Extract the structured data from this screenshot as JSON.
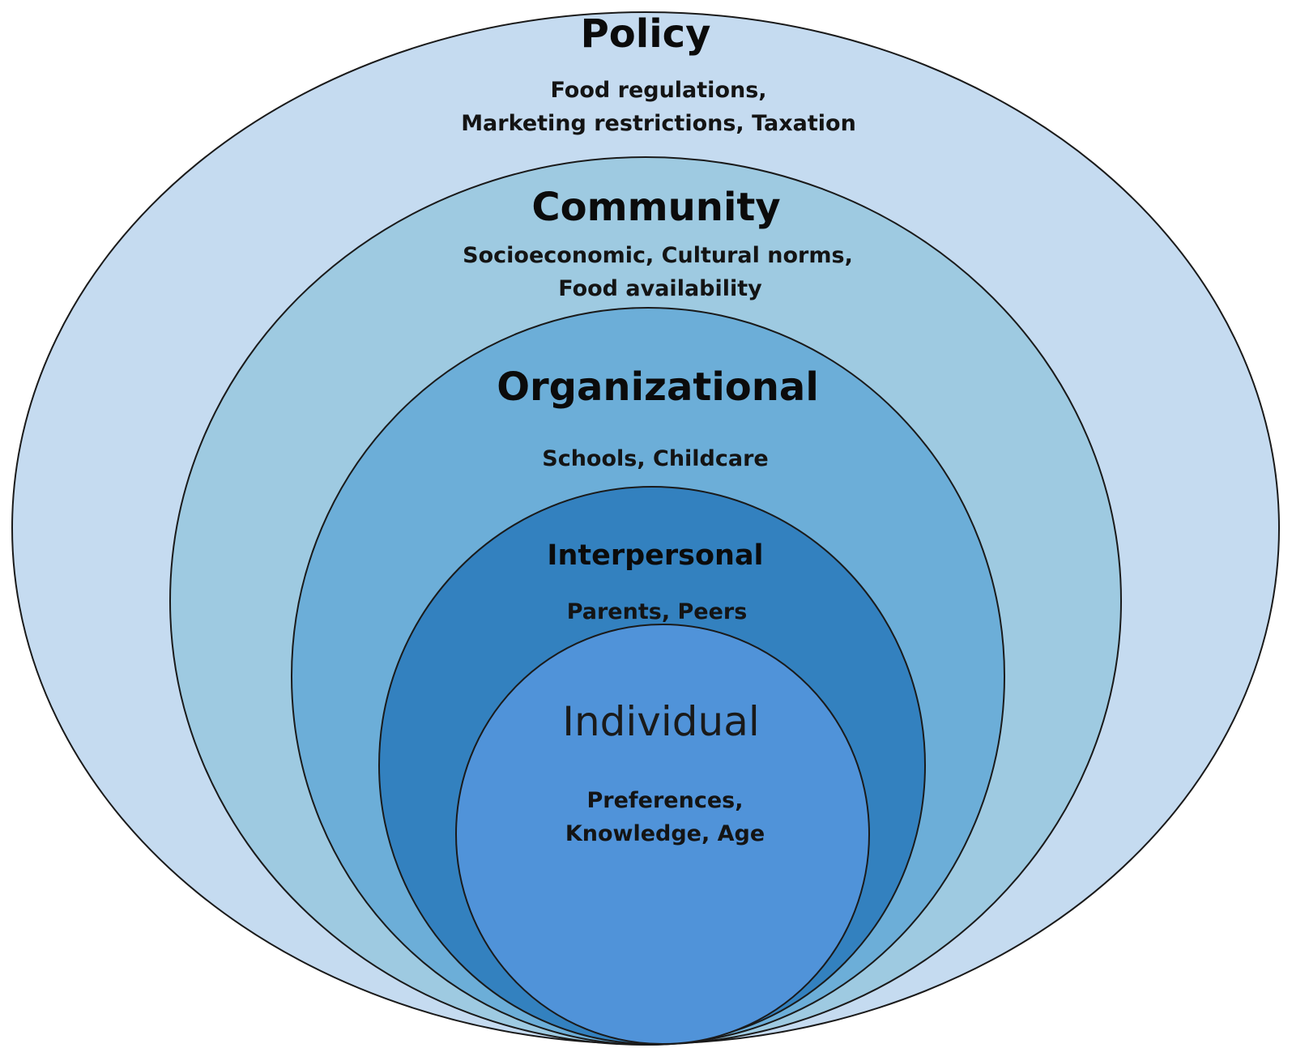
{
  "levels": {
    "policy": {
      "title": "Policy",
      "line1": "Food regulations,",
      "line2": "Marketing restrictions, Taxation",
      "color": "#c5dbf0"
    },
    "community": {
      "title": "Community",
      "line1": "Socioeconomic, Cultural norms,",
      "line2": "Food availability",
      "color": "#9ecae1"
    },
    "organizational": {
      "title": "Organizational",
      "line1": "Schools, Childcare",
      "color": "#6caed8"
    },
    "interpersonal": {
      "title": "Interpersonal",
      "line1": "Parents, Peers",
      "color": "#3381bf"
    },
    "individual": {
      "title": "Individual",
      "line1": "Preferences,",
      "line2": "Knowledge, Age",
      "color": "#5093d9"
    }
  }
}
